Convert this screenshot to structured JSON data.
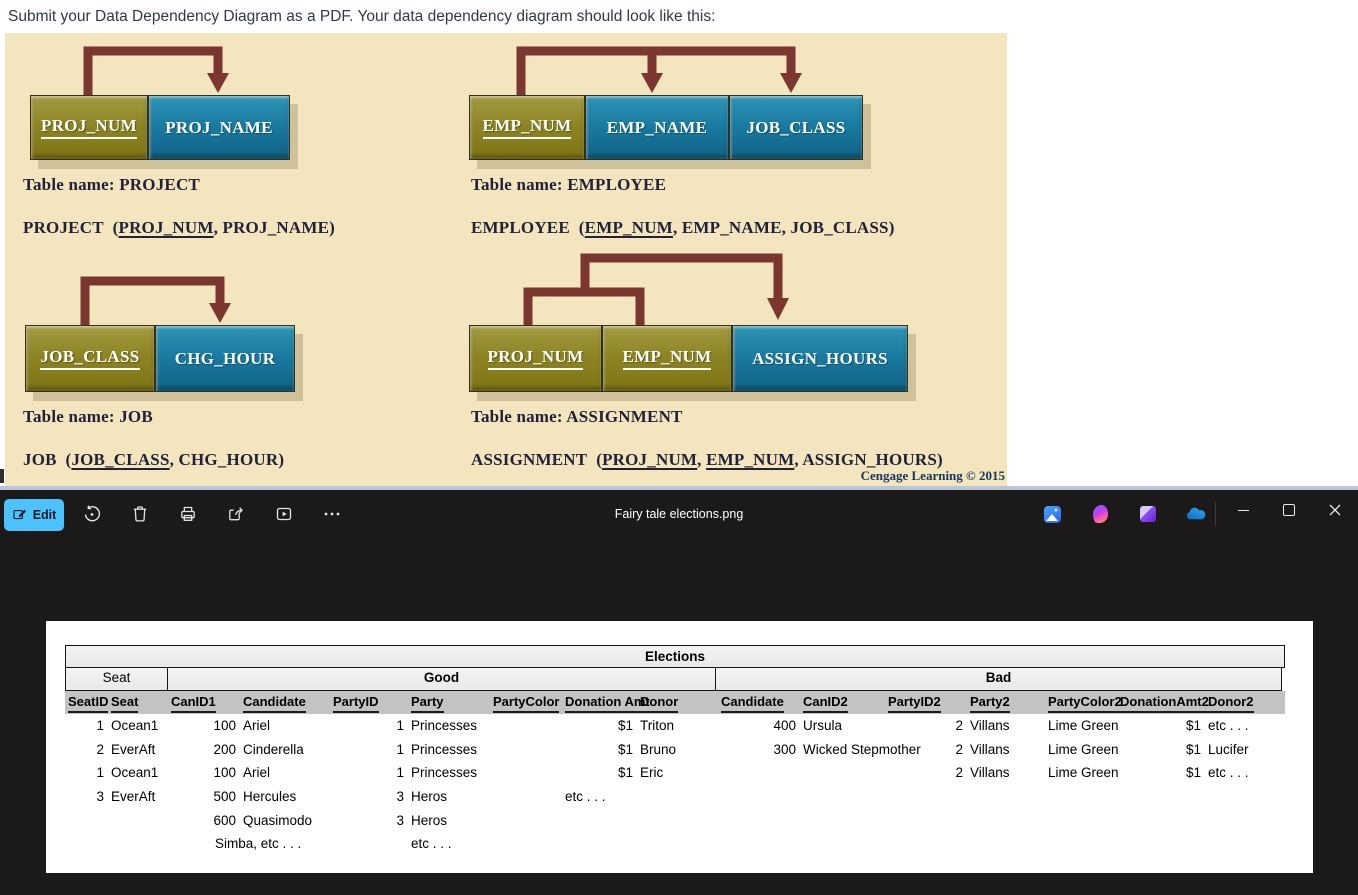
{
  "page": {
    "instruction": "Submit your Data Dependency Diagram as a PDF. Your data dependency diagram should look like this:"
  },
  "diagram": {
    "background": "#f3e5bd",
    "arrow_color": "#7a362f",
    "key_color_olive": "#8d8524",
    "attr_color_teal": "#1a7ba1",
    "credit": "Cengage Learning © 2015",
    "tables": [
      {
        "name": "PROJECT",
        "label": "Table name: PROJECT",
        "fields": [
          {
            "text": "PROJ_NUM",
            "key": true,
            "color": "olive",
            "w": 118
          },
          {
            "text": "PROJ_NAME",
            "key": false,
            "color": "teal",
            "w": 142
          }
        ],
        "schema": [
          {
            "t": "PROJECT  ("
          },
          {
            "t": "PROJ_NUM",
            "u": 1
          },
          {
            "t": ", PROJ_NAME)"
          }
        ]
      },
      {
        "name": "EMPLOYEE",
        "label": "Table name: EMPLOYEE",
        "fields": [
          {
            "text": "EMP_NUM",
            "key": true,
            "color": "olive",
            "w": 116
          },
          {
            "text": "EMP_NAME",
            "key": false,
            "color": "teal",
            "w": 144
          },
          {
            "text": "JOB_CLASS",
            "key": false,
            "color": "teal",
            "w": 134
          }
        ],
        "schema": [
          {
            "t": "EMPLOYEE  ("
          },
          {
            "t": "EMP_NUM",
            "u": 1
          },
          {
            "t": ", EMP_NAME, JOB_CLASS)"
          }
        ]
      },
      {
        "name": "JOB",
        "label": "Table name: JOB",
        "fields": [
          {
            "text": "JOB_CLASS",
            "key": true,
            "color": "olive",
            "w": 130
          },
          {
            "text": "CHG_HOUR",
            "key": false,
            "color": "teal",
            "w": 140
          }
        ],
        "schema": [
          {
            "t": "JOB  ("
          },
          {
            "t": "JOB_CLASS",
            "u": 1
          },
          {
            "t": ", CHG_HOUR)"
          }
        ]
      },
      {
        "name": "ASSIGNMENT",
        "label": "Table name: ASSIGNMENT",
        "fields": [
          {
            "text": "PROJ_NUM",
            "key": true,
            "color": "olive",
            "w": 133
          },
          {
            "text": "EMP_NUM",
            "key": true,
            "color": "olive",
            "w": 130
          },
          {
            "text": "ASSIGN_HOURS",
            "key": false,
            "color": "teal",
            "w": 176
          }
        ],
        "schema": [
          {
            "t": "ASSIGNMENT  ("
          },
          {
            "t": "PROJ_NUM",
            "u": 1
          },
          {
            "t": ", "
          },
          {
            "t": "EMP_NUM",
            "u": 1
          },
          {
            "t": ", ASSIGN_HOURS)"
          }
        ]
      }
    ]
  },
  "photos_app": {
    "title": "Fairy tale elections.png",
    "edit_label": "Edit",
    "accent": "#4cc2ff",
    "toolbar_icons": [
      "rotate-icon",
      "delete-icon",
      "print-icon",
      "share-icon",
      "slideshow-icon",
      "more-icon"
    ],
    "right_icons": [
      "ai-edit-icon",
      "designer-icon",
      "clipchamp-icon",
      "onedrive-icon"
    ],
    "window_controls": [
      "minimize",
      "maximize",
      "close"
    ]
  },
  "spreadsheet": {
    "title": "Elections",
    "groups": [
      {
        "label": "Seat",
        "span": 2,
        "bold": false
      },
      {
        "label": "Good",
        "span": 7,
        "bold": true
      },
      {
        "label": "Bad",
        "span": 7,
        "bold": true
      }
    ],
    "columns": [
      {
        "key": "seatid",
        "label": "SeatID",
        "w": 43
      },
      {
        "key": "seat",
        "label": "Seat",
        "w": 60
      },
      {
        "key": "canid1",
        "label": "CanID1",
        "w": 72
      },
      {
        "key": "candidate",
        "label": "Candidate",
        "w": 90
      },
      {
        "key": "partyid",
        "label": "PartyID",
        "w": 78
      },
      {
        "key": "party",
        "label": "Party",
        "w": 82
      },
      {
        "key": "partycolor",
        "label": "PartyColor",
        "w": 72
      },
      {
        "key": "donation-amt",
        "label": "Donation Amt",
        "w": 75
      },
      {
        "key": "donor",
        "label": "Donor",
        "w": 81
      },
      {
        "key": "candidate2",
        "label": "Candidate",
        "w": 82
      },
      {
        "key": "canid2",
        "label": "CanID2",
        "w": 85
      },
      {
        "key": "partyid2",
        "label": "PartyID2",
        "w": 82
      },
      {
        "key": "party2",
        "label": "Party2",
        "w": 78
      },
      {
        "key": "partycolor2",
        "label": "PartyColor2",
        "w": 72
      },
      {
        "key": "donation-amt2",
        "label": "DonationAmt2",
        "w": 88
      },
      {
        "key": "donor2",
        "label": "Donor2",
        "w": 80
      }
    ],
    "rows": [
      [
        "1",
        "Ocean1",
        "100",
        "Ariel",
        "1",
        "Princesses",
        "",
        "$1",
        "Triton",
        "400",
        "Ursula",
        "2",
        "Villans",
        "Lime Green",
        "$1",
        "etc . . ."
      ],
      [
        "2",
        "EverAft",
        "200",
        "Cinderella",
        "1",
        "Princesses",
        "",
        "$1",
        "Bruno",
        "300",
        "Wicked Stepmother",
        "2",
        "Villans",
        "Lime Green",
        "$1",
        "Lucifer"
      ],
      [
        "1",
        "Ocean1",
        "100",
        "Ariel",
        "1",
        "Princesses",
        "",
        "$1",
        "Eric",
        "",
        "",
        "2",
        "Villans",
        "Lime Green",
        "$1",
        "etc . . ."
      ],
      [
        "3",
        "EverAft",
        "500",
        "Hercules",
        "3",
        "Heros",
        "",
        "etc . . .",
        "",
        "",
        "",
        "",
        "",
        "",
        "",
        ""
      ],
      [
        "",
        "",
        "600",
        "Quasimodo",
        "3",
        "Heros",
        "",
        "",
        "",
        "",
        "",
        "",
        "",
        "",
        "",
        ""
      ],
      [
        "",
        "",
        "",
        "Simba, etc . . .",
        "",
        "etc . . .",
        "",
        "",
        "",
        "",
        "",
        "",
        "",
        "",
        "",
        ""
      ]
    ]
  }
}
